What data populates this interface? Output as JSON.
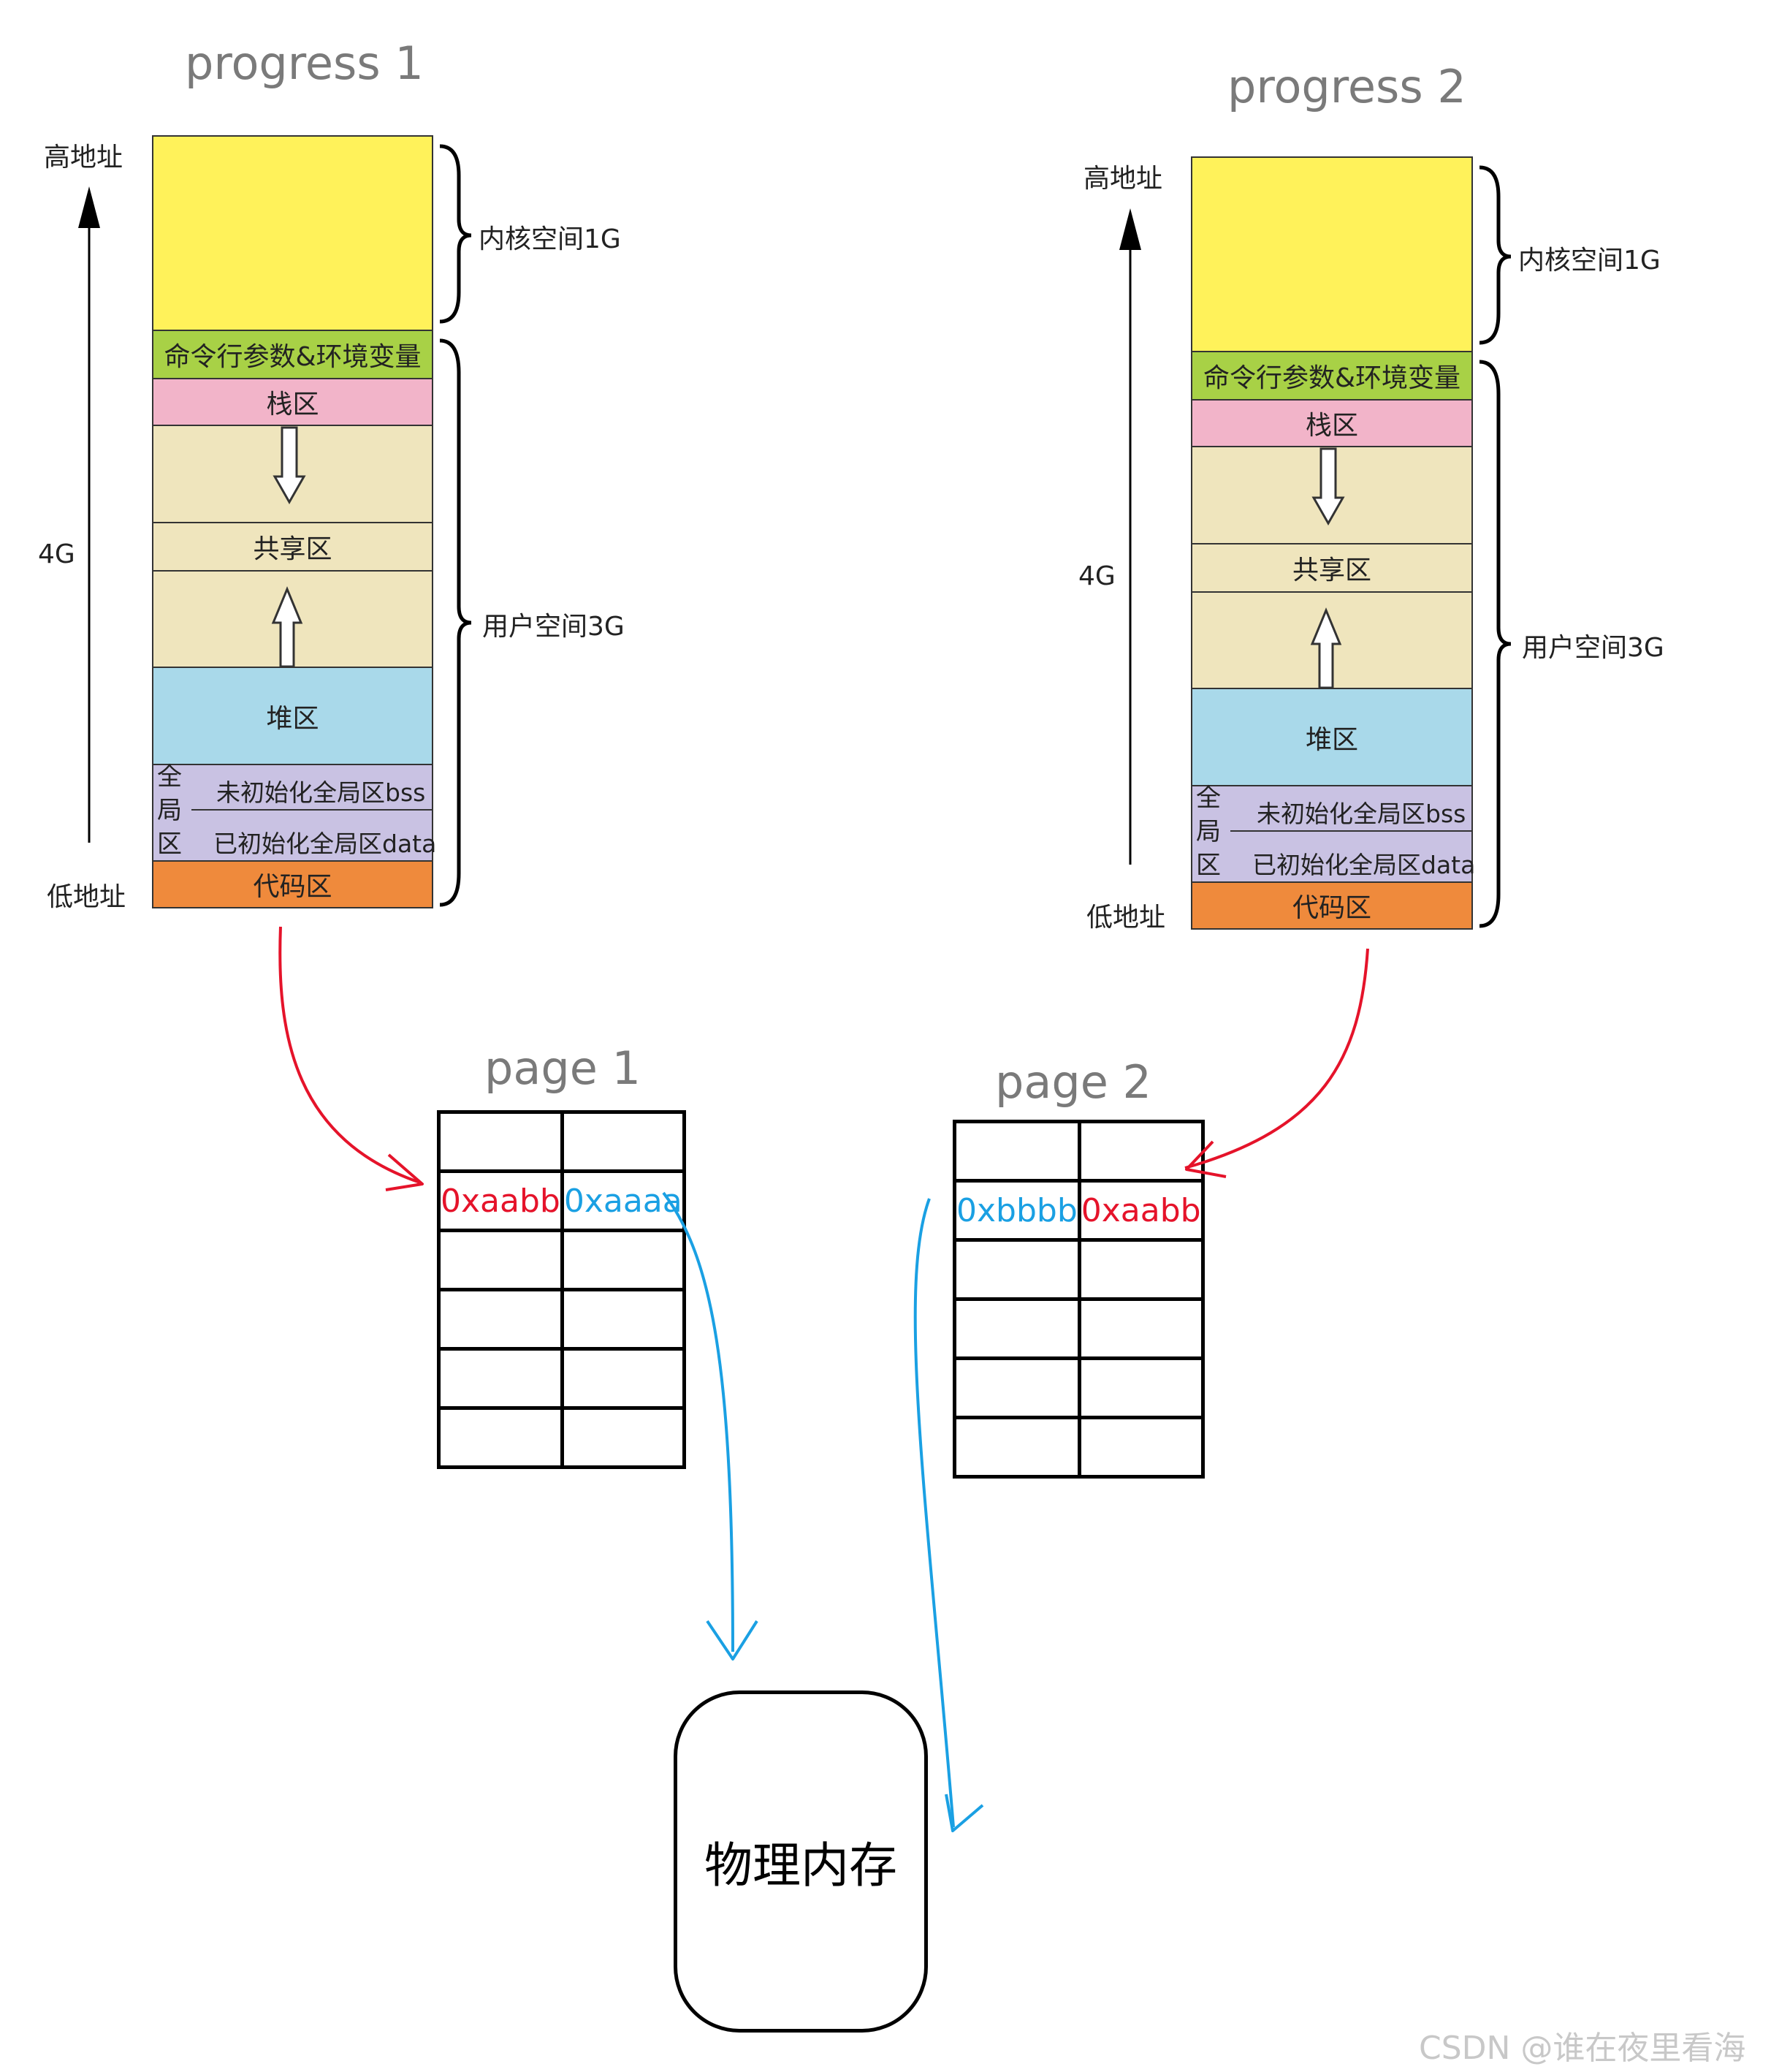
{
  "colors": {
    "kernel": "#fff25a",
    "env": "#a8d146",
    "stack": "#f2b4c9",
    "free": "#efe5bd",
    "heap": "#a9d9ea",
    "global": "#c9c2e3",
    "code": "#ef8a3c",
    "red_arrow": "#e5132a",
    "blue_arrow": "#1aa0e3"
  },
  "processes": [
    {
      "title": "progress 1",
      "high_addr": "高地址",
      "low_addr": "低地址",
      "size": "4G",
      "kernel_brace": "内核空间1G",
      "user_brace": "用户空间3G",
      "segments": {
        "env": "命令行参数&环境变量",
        "stack": "栈区",
        "shared": "共享区",
        "heap": "堆区",
        "global_side": [
          "全",
          "局",
          "区"
        ],
        "bss": "未初始化全局区bss",
        "data": "已初始化全局区data",
        "code": "代码区"
      }
    },
    {
      "title": "progress 2",
      "high_addr": "高地址",
      "low_addr": "低地址",
      "size": "4G",
      "kernel_brace": "内核空间1G",
      "user_brace": "用户空间3G",
      "segments": {
        "env": "命令行参数&环境变量",
        "stack": "栈区",
        "shared": "共享区",
        "heap": "堆区",
        "global_side": [
          "全",
          "局",
          "区"
        ],
        "bss": "未初始化全局区bss",
        "data": "已初始化全局区data",
        "code": "代码区"
      }
    }
  ],
  "pages": [
    {
      "title": "page 1",
      "row2": [
        {
          "text": "0xaabb",
          "color": "red"
        },
        {
          "text": "0xaaaa",
          "color": "blue"
        }
      ]
    },
    {
      "title": "page 2",
      "row2": [
        {
          "text": "0xbbbb",
          "color": "blue"
        },
        {
          "text": "0xaabb",
          "color": "red"
        }
      ]
    }
  ],
  "physical_memory": "物理内存",
  "watermark": "CSDN @谁在夜里看海"
}
